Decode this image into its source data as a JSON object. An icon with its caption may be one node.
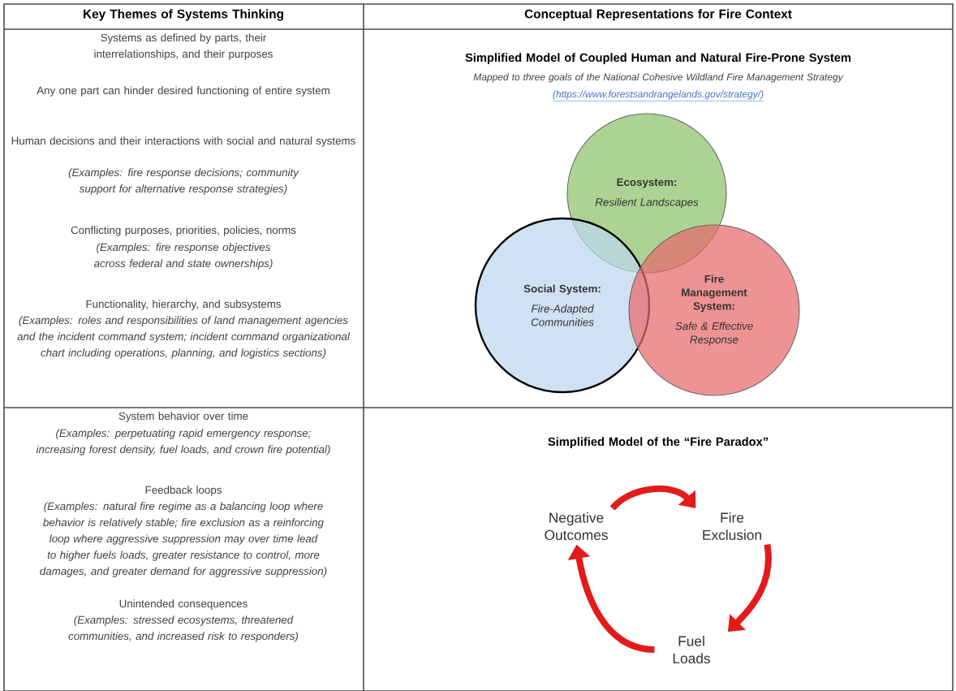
{
  "diagram": {
    "nodes": [
      {
        "text": [
          "Ecosystem:",
          "Resilient Landscapes"
        ]
      },
      {
        "text": [
          "Social System:",
          "Fire-Adapted Communities"
        ]
      },
      {
        "text": [
          "Fire Management System:",
          "Safe & Effective Response"
        ]
      },
      {
        "text": [
          "Negative Outcomes"
        ]
      },
      {
        "text": [
          "Fire Exclusion"
        ]
      },
      {
        "text": [
          "Fuel Loads"
        ]
      }
    ],
    "edges": [
      {
        "from": 4,
        "to": 5,
        "arrow": "to"
      },
      {
        "from": 5,
        "to": 3,
        "arrow": "to"
      },
      {
        "from": 3,
        "to": 4,
        "arrow": "to"
      }
    ],
    "labels": [
      "Key Themes of Systems Thinking",
      "Conceptual Representations for Fire Context",
      "Systems as defined by parts, their interrelationships, and their purposes",
      "Any one part can hinder desired functioning of entire system",
      "Human decisions and their interactions with social and natural systems",
      "(Examples: fire response decisions; community support for alternative response strategies)",
      "Conflicting purposes, priorities, policies, norms",
      "(Examples: fire response objectives across federal and state ownerships)",
      "Functionality, hierarchy, and subsystems",
      "(Examples: roles and responsibilities of land management agencies and the incident command system; incident command organizational chart including operations, planning, and logistics sections)",
      "System behavior over time",
      "(Examples: perpetuating rapid emergency response; increasing forest density, fuel loads, and crown fire potential)",
      "Feedback loops",
      "(Examples: natural fire regime as a balancing loop where behavior is relatively stable; fire exclusion as a reinforcing loop where aggressive suppression may over time lead to higher fuels loads, greater resistance to control, more damages, and greater demand for aggressive suppression)",
      "Unintended consequences",
      "(Examples: stressed ecosystems, threatened communities, and increased risk to responders)",
      "Simplified Model of Coupled Human and Natural Fire-Prone System",
      "Mapped to three goals of the National Cohesive Wildland Fire Management Strategy",
      "(https://www.forestsandrangelands.gov/strategy/)",
      "Simplified Model of the “Fire Paradox”"
    ]
  }
}
